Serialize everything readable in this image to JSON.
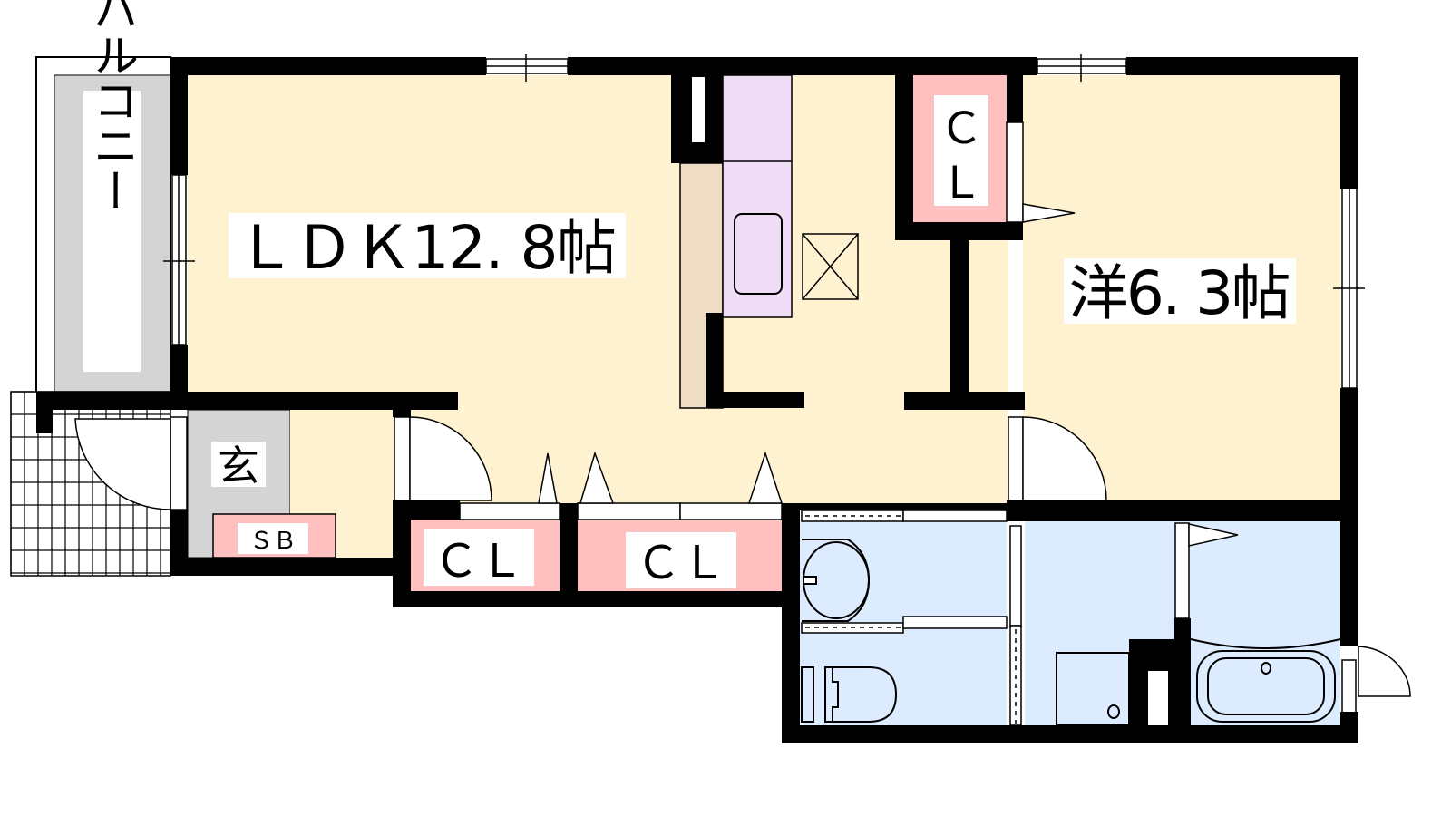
{
  "floorplan": {
    "rooms": {
      "ldk": "ＬＤＫ12. 8帖",
      "western": "洋6. 3帖",
      "balcony": "バルコニー",
      "entrance": "玄",
      "shoe_box": "ＳＢ",
      "closet_top": "Ｃ",
      "closet_top2": "Ｌ",
      "closet_a": "ＣＬ",
      "closet_b": "ＣＬ"
    },
    "colors": {
      "room": "#FFF2D0",
      "closet": "#FFC0C0",
      "entrance": "#D4D4D4",
      "kitchen": "#EEDDF5",
      "counter": "#EEDDC4",
      "wet_area": "#DDEBFF",
      "wall": "#000000"
    }
  }
}
